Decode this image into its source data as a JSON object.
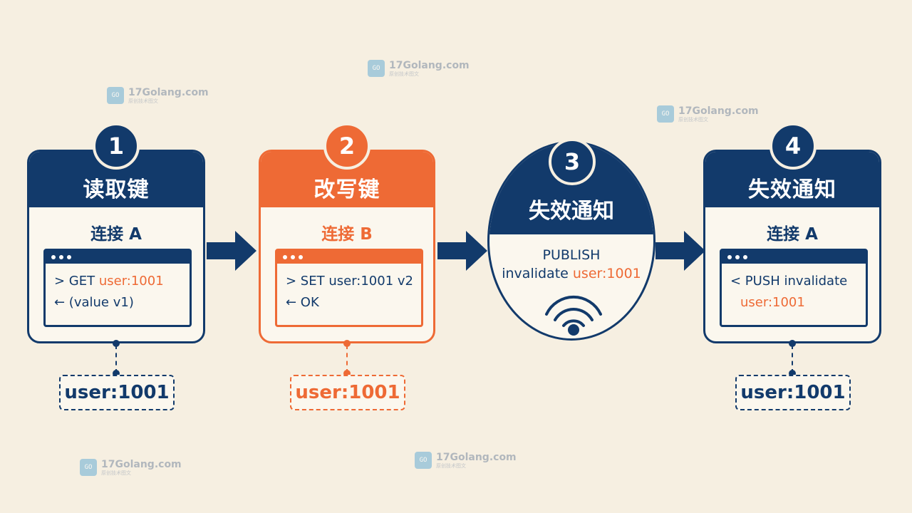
{
  "steps": [
    {
      "number": "1",
      "title": "读取键",
      "connection": "连接 A",
      "line1_prefix": "> GET ",
      "line1_key": "user:1001",
      "line2": "← (value v1)",
      "key_box": "user:1001"
    },
    {
      "number": "2",
      "title": "改写键",
      "connection": "连接 B",
      "line1_prefix": "> SET ",
      "line1_key": "user:1001",
      "line1_suffix": " v2",
      "line2": "← OK",
      "key_box": "user:1001"
    },
    {
      "number": "3",
      "title": "失效通知",
      "line1": "PUBLISH",
      "line2_prefix": "invalidate ",
      "line2_key": "user:1001"
    },
    {
      "number": "4",
      "title": "失效通知",
      "connection": "连接 A",
      "line1": "< PUSH invalidate",
      "line2_key": "user:1001",
      "key_box": "user:1001"
    }
  ],
  "watermark": {
    "site": "17Golang.com",
    "sub": "原创技术图文",
    "logo": "gopher-logo-icon"
  },
  "colors": {
    "navy": "#123a6b",
    "orange": "#ee6a35",
    "background": "#f6efe1"
  },
  "icons": {
    "arrow": "right-arrow-icon",
    "broadcast": "broadcast-icon",
    "terminal_dots": "window-dots-icon"
  }
}
